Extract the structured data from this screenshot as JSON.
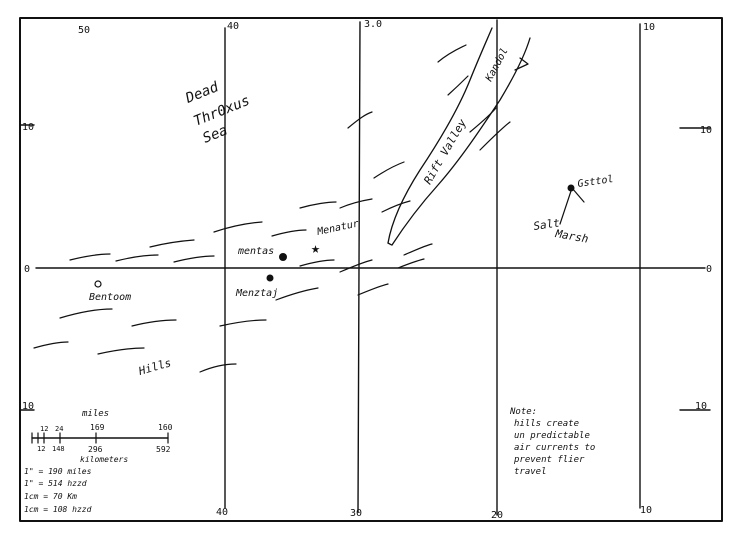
{
  "map": {
    "title": "",
    "regions": {
      "sea": [
        "Dead",
        "Thr0xus",
        "Sea"
      ],
      "valley": "Rift Valley",
      "marsh": [
        "Salt",
        "Marsh"
      ],
      "hills": "Hills"
    },
    "places": {
      "mentas": "mentas",
      "menatur": "Menatur",
      "menztaj": "Menztaj",
      "bentoom": "Bentoom",
      "gsttol": "Gsttol",
      "kandol": "Kandol"
    },
    "grid_labels": {
      "top": [
        "50",
        "40",
        "3.0",
        "10"
      ],
      "bottom": [
        "40",
        "30",
        "20",
        "10"
      ],
      "left": [
        "10",
        "0",
        "10"
      ],
      "right": [
        "10",
        "0",
        "10"
      ]
    },
    "scale": {
      "miles_label": "miles",
      "km_label": "kilometers",
      "top_ticks": [
        "12",
        "24",
        "169",
        "160"
      ],
      "bottom_ticks": [
        "12",
        "148",
        "296",
        "592"
      ],
      "notes": [
        "1\" = 190 miles",
        "1\" = 514 hzzd",
        "1cm = 70 Km",
        "1cm = 108 hzzd"
      ]
    },
    "note_lines": [
      "Note:",
      "hills create",
      "un predictable",
      "air currents to",
      "prevent flier",
      "travel"
    ]
  }
}
